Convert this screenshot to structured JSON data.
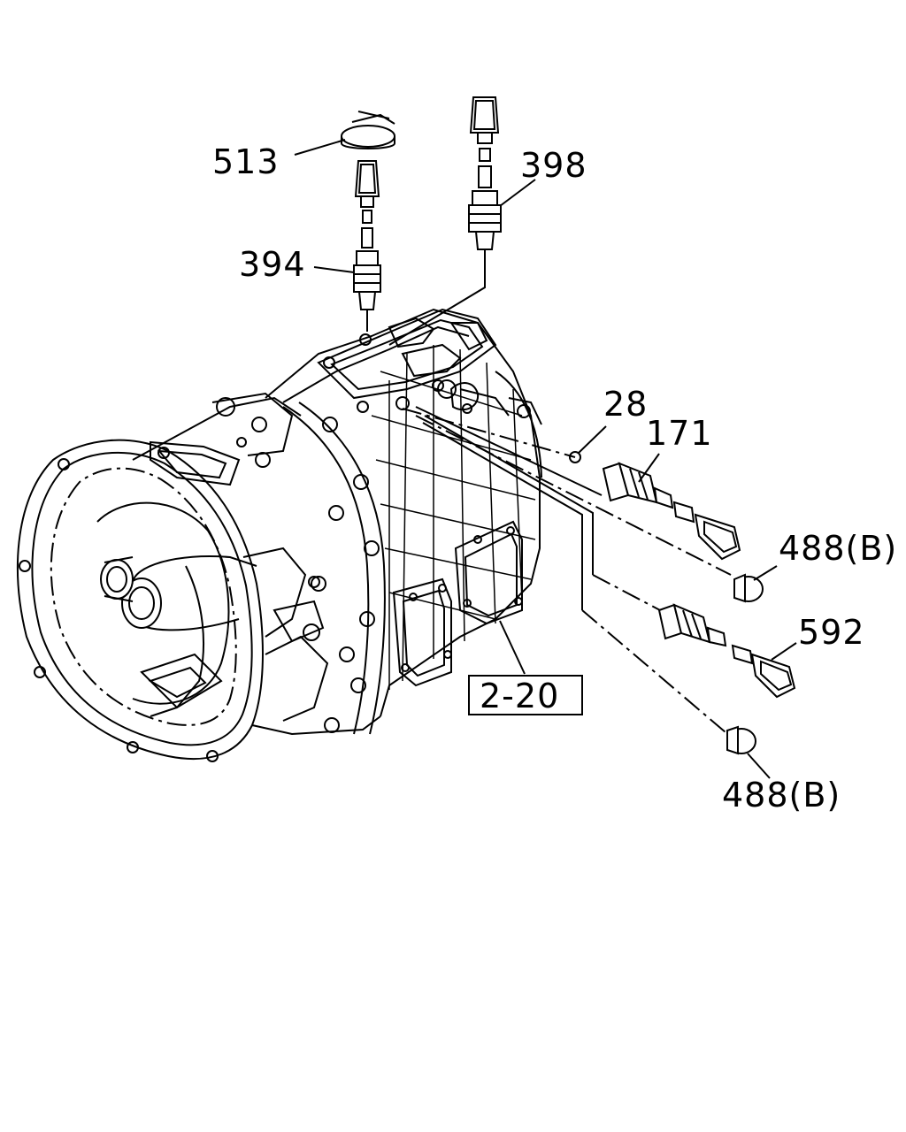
{
  "labels": {
    "p513": "513",
    "p398": "398",
    "p394": "394",
    "p28": "28",
    "p171": "171",
    "p488b_top": "488(B)",
    "p592": "592",
    "p488b_bottom": "488(B)",
    "ref_2_20": "2-20"
  },
  "colors": {
    "ink": "#000000",
    "paper": "#ffffff"
  }
}
